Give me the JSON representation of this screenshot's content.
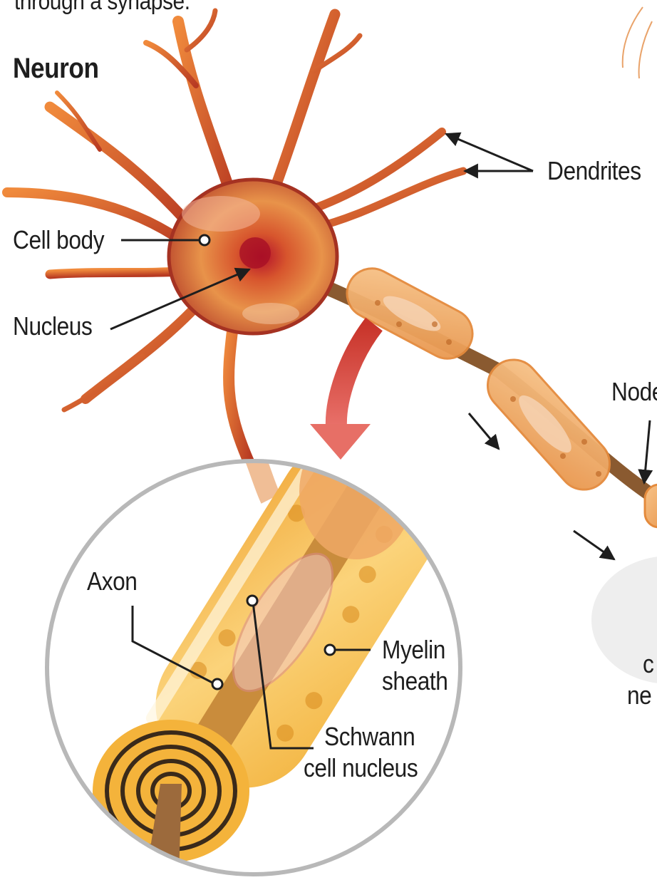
{
  "diagram": {
    "cut_caption": "through a synapse.",
    "title": "Neuron",
    "labels": {
      "dendrites": "Dendrites",
      "cell_body": "Cell body",
      "nucleus": "Nucleus",
      "node": "Node",
      "axon": "Axon",
      "myelin_1": "Myelin",
      "myelin_2": "sheath",
      "schwann_1": "Schwann",
      "schwann_2": "cell nucleus",
      "cut_right_1": "c",
      "cut_right_2": "ne"
    }
  }
}
